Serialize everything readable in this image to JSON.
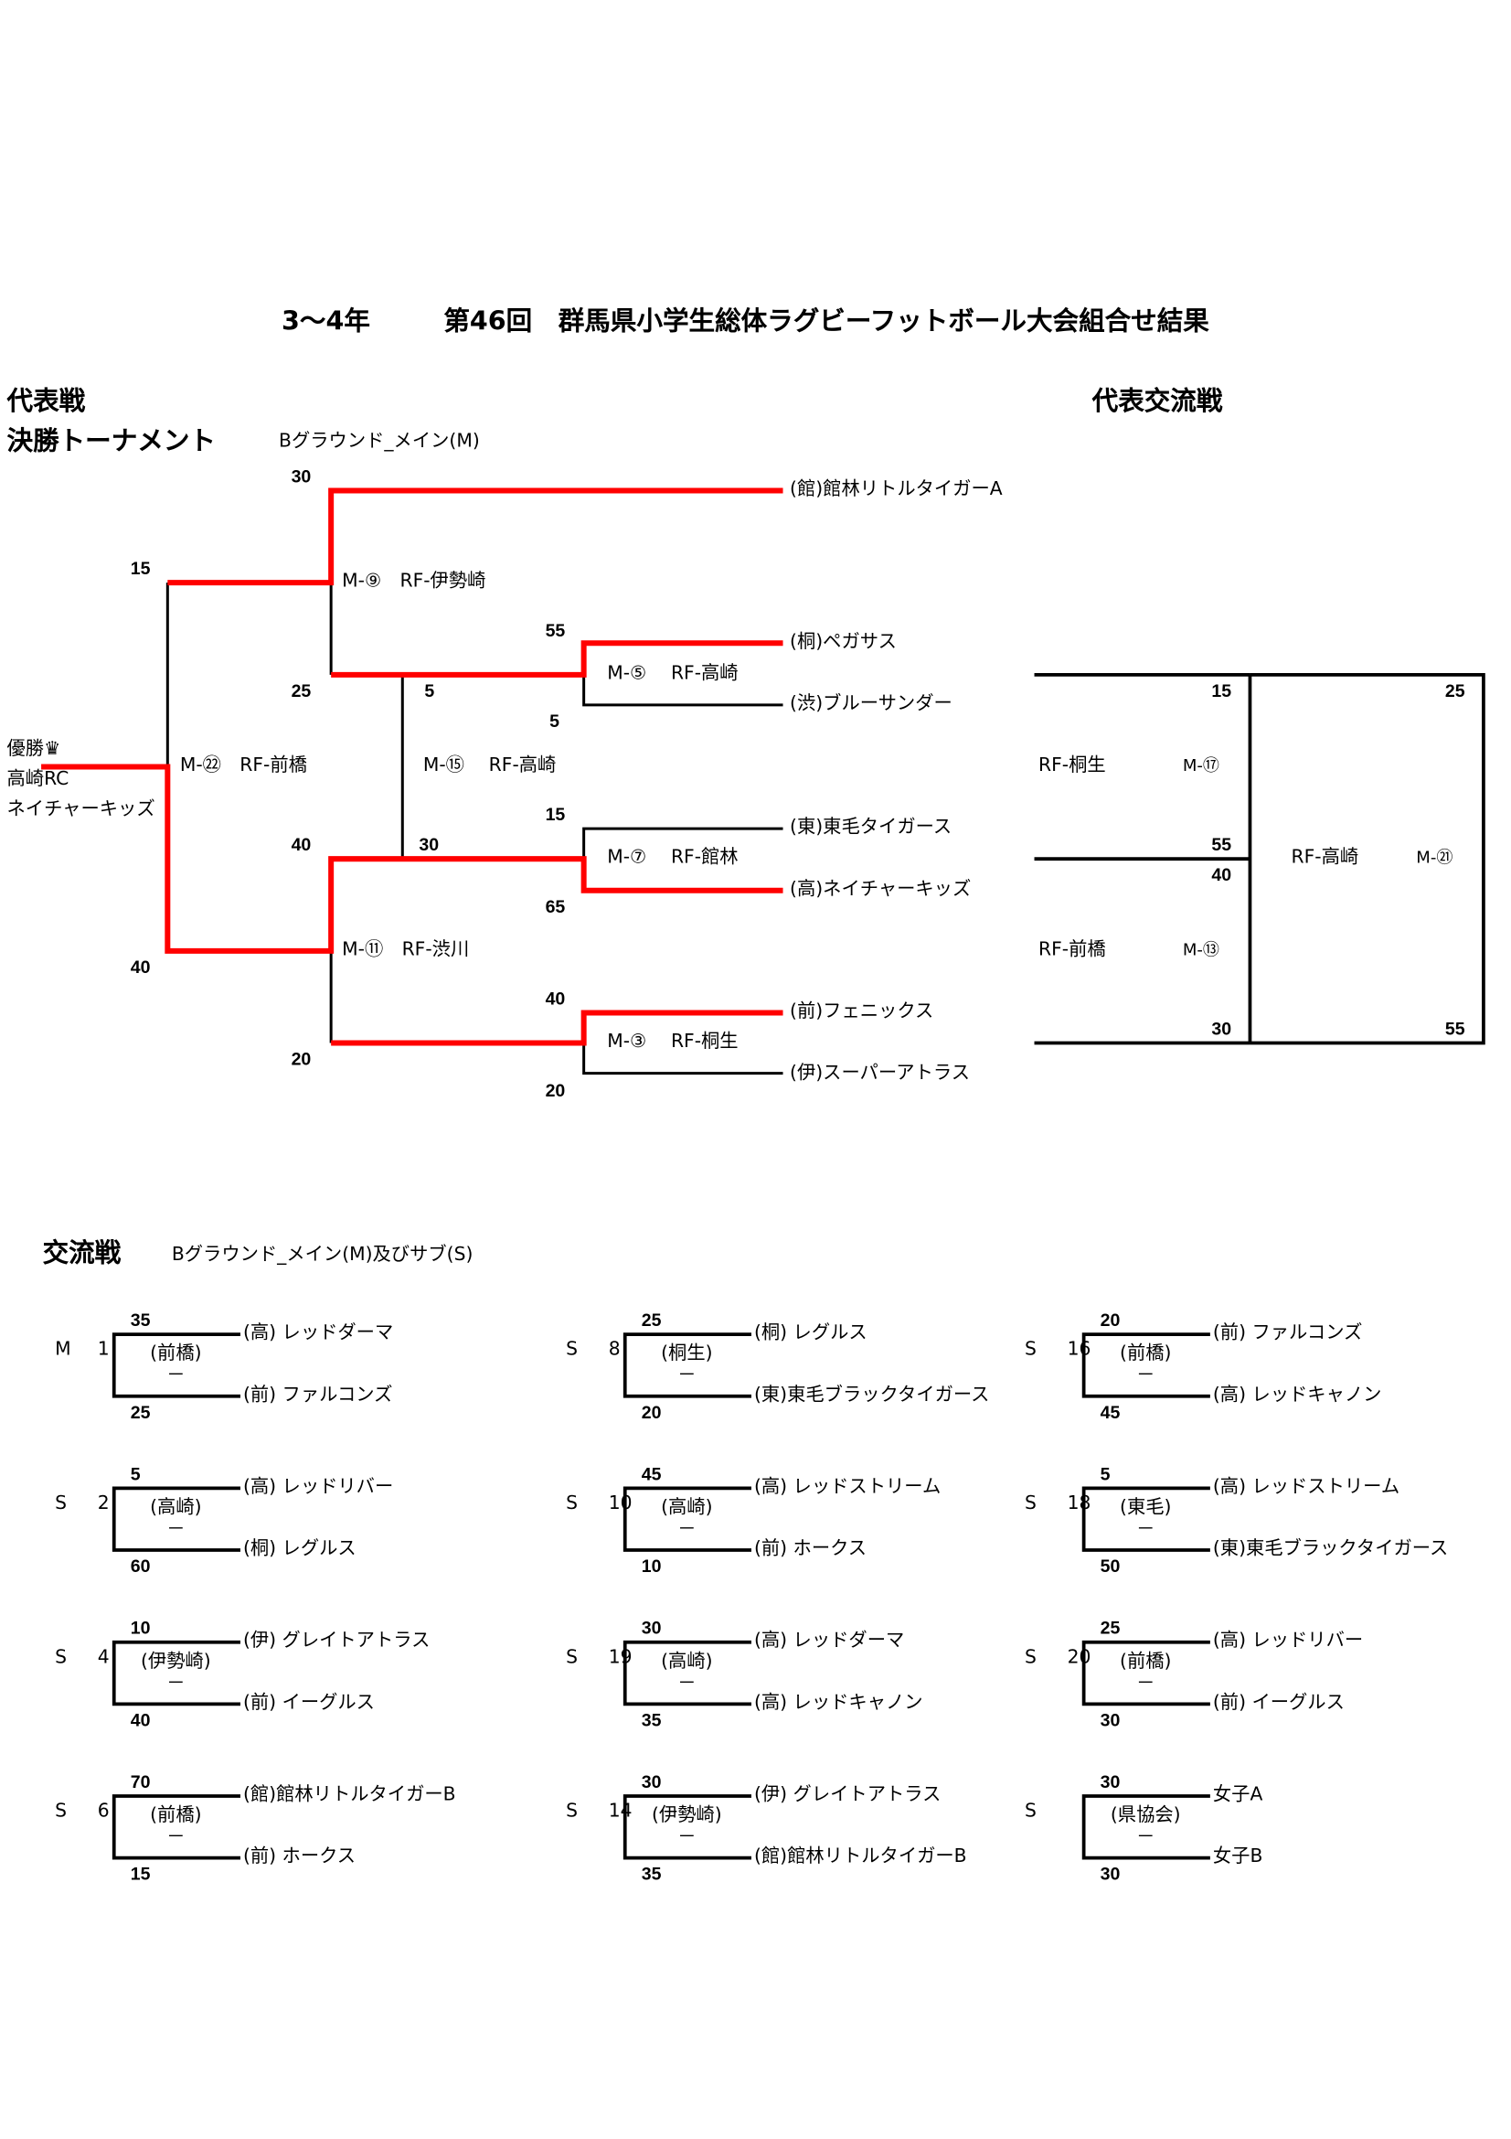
{
  "title": {
    "grade": "3～4年",
    "event": "第46回　群馬県小学生総体ラグビーフットボール大会組合せ結果"
  },
  "representative": {
    "heading": "代表戦",
    "subheading": "決勝トーナメント",
    "venue": "Bグラウンド_メイン(M)",
    "champion": {
      "label": "優勝",
      "icon": "crown-icon",
      "team_line1": "高崎RC",
      "team_line2": "ネイチャーキッズ"
    },
    "teams": [
      "(館)館林リトルタイガーA",
      "(桐)ペガサス",
      "(渋)ブルーサンダー",
      "(東)東毛タイガース",
      "(高)ネイチャーキッズ",
      "(前)フェニックス",
      "(伊)スーパーアトラス"
    ],
    "matches": {
      "m9": "M-⑨　RF-伊勢崎",
      "m5": "M-⑤　 RF-高崎",
      "m22": "M-㉒　RF-前橋",
      "m15": "M-⑮　 RF-高崎",
      "m7": "M-⑦　 RF-館林",
      "m11": "M-⑪　RF-渋川",
      "m3": "M-③　 RF-桐生"
    },
    "scores": {
      "m9_top": "30",
      "m9_bottom": "25",
      "m22_top": "15",
      "m22_bottom": "40",
      "m5_top": "55",
      "m5_bottom": "5",
      "m15_top": "5",
      "m15_bottom": "30",
      "m7_top": "15",
      "m7_bottom": "65",
      "m11_top": "40",
      "m11_bottom": "20",
      "m3_top": "40",
      "m3_bottom": "20"
    },
    "accent_color": "#ff0000"
  },
  "exchange_rep": {
    "heading": "代表交流戦",
    "m17": {
      "referee": "RF-桐生",
      "match": "M-⑰",
      "top": "15",
      "bottom": "55"
    },
    "m13": {
      "referee": "RF-前橋",
      "match": "M-⑬",
      "top": "40",
      "bottom": "30"
    },
    "m21": {
      "referee": "RF-高崎",
      "match": "M-㉑",
      "top": "25",
      "bottom": "55"
    }
  },
  "exchange": {
    "heading": "交流戦",
    "venue": "Bグラウンド_メイン(M)及びサブ(S)",
    "matches": [
      {
        "ground": "M",
        "no": "1",
        "referee": "(前橋)",
        "dash": "－",
        "team_top": "(高) レッドダーマ",
        "team_bottom": "(前) ファルコンズ",
        "score_top": "35",
        "score_bottom": "25"
      },
      {
        "ground": "S",
        "no": "8",
        "referee": "(桐生)",
        "dash": "－",
        "team_top": "(桐) レグルス",
        "team_bottom": "(東)東毛ブラックタイガース",
        "score_top": "25",
        "score_bottom": "20"
      },
      {
        "ground": "S",
        "no": "16",
        "referee": "(前橋)",
        "dash": "－",
        "team_top": "(前) ファルコンズ",
        "team_bottom": "(高) レッドキャノン",
        "score_top": "20",
        "score_bottom": "45"
      },
      {
        "ground": "S",
        "no": "2",
        "referee": "(高崎)",
        "dash": "－",
        "team_top": "(高) レッドリバー",
        "team_bottom": "(桐) レグルス",
        "score_top": "5",
        "score_bottom": "60"
      },
      {
        "ground": "S",
        "no": "10",
        "referee": "(高崎)",
        "dash": "－",
        "team_top": "(高) レッドストリーム",
        "team_bottom": "(前) ホークス",
        "score_top": "45",
        "score_bottom": "10"
      },
      {
        "ground": "S",
        "no": "18",
        "referee": "(東毛)",
        "dash": "－",
        "team_top": "(高) レッドストリーム",
        "team_bottom": "(東)東毛ブラックタイガース",
        "score_top": "5",
        "score_bottom": "50"
      },
      {
        "ground": "S",
        "no": "4",
        "referee": "(伊勢崎)",
        "dash": "－",
        "team_top": "(伊) グレイトアトラス",
        "team_bottom": "(前) イーグルス",
        "score_top": "10",
        "score_bottom": "40"
      },
      {
        "ground": "S",
        "no": "19",
        "referee": "(高崎)",
        "dash": "－",
        "team_top": "(高) レッドダーマ",
        "team_bottom": "(高) レッドキャノン",
        "score_top": "30",
        "score_bottom": "35"
      },
      {
        "ground": "S",
        "no": "20",
        "referee": "(前橋)",
        "dash": "－",
        "team_top": "(高) レッドリバー",
        "team_bottom": "(前) イーグルス",
        "score_top": "25",
        "score_bottom": "30"
      },
      {
        "ground": "S",
        "no": "6",
        "referee": "(前橋)",
        "dash": "－",
        "team_top": "(館)館林リトルタイガーB",
        "team_bottom": "(前) ホークス",
        "score_top": "70",
        "score_bottom": "15"
      },
      {
        "ground": "S",
        "no": "14",
        "referee": "(伊勢崎)",
        "dash": "－",
        "team_top": "(伊) グレイトアトラス",
        "team_bottom": "(館)館林リトルタイガーB",
        "score_top": "30",
        "score_bottom": "35"
      },
      {
        "ground": "S",
        "no": "",
        "referee": "(県協会)",
        "dash": "－",
        "team_top": "女子A",
        "team_bottom": "女子B",
        "score_top": "30",
        "score_bottom": "30"
      }
    ]
  }
}
